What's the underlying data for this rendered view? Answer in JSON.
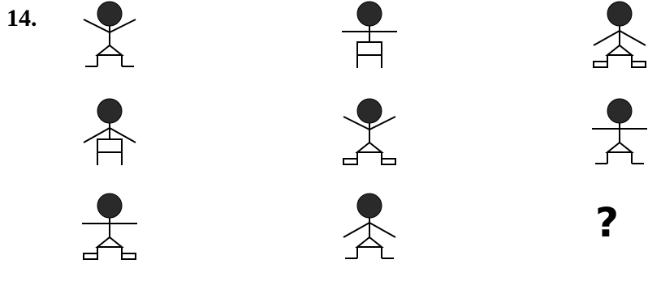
{
  "question": {
    "number": "14.",
    "unknown_symbol": "?"
  },
  "grid": {
    "rows": [
      [
        {
          "arms": "raised-diagonal",
          "legs": "triangle-with-feet",
          "feet": "plain"
        },
        {
          "arms": "horizontal",
          "legs": "rectangle-box",
          "feet": "none"
        },
        {
          "arms": "lowered-diagonal",
          "legs": "triangle-with-feet",
          "feet": "boxed"
        }
      ],
      [
        {
          "arms": "lowered-diagonal",
          "legs": "rectangle-box",
          "feet": "none"
        },
        {
          "arms": "raised-diagonal",
          "legs": "triangle-with-feet",
          "feet": "boxed"
        },
        {
          "arms": "horizontal",
          "legs": "triangle-with-feet",
          "feet": "plain"
        }
      ],
      [
        {
          "arms": "horizontal",
          "legs": "triangle-with-feet",
          "feet": "boxed"
        },
        {
          "arms": "lowered-diagonal",
          "legs": "triangle-with-feet",
          "feet": "plain"
        },
        {
          "arms": "unknown",
          "legs": "unknown",
          "feet": "unknown"
        }
      ]
    ]
  },
  "colors": {
    "head_fill": "#2a2a2a",
    "stroke": "#000000",
    "background": "#ffffff"
  }
}
